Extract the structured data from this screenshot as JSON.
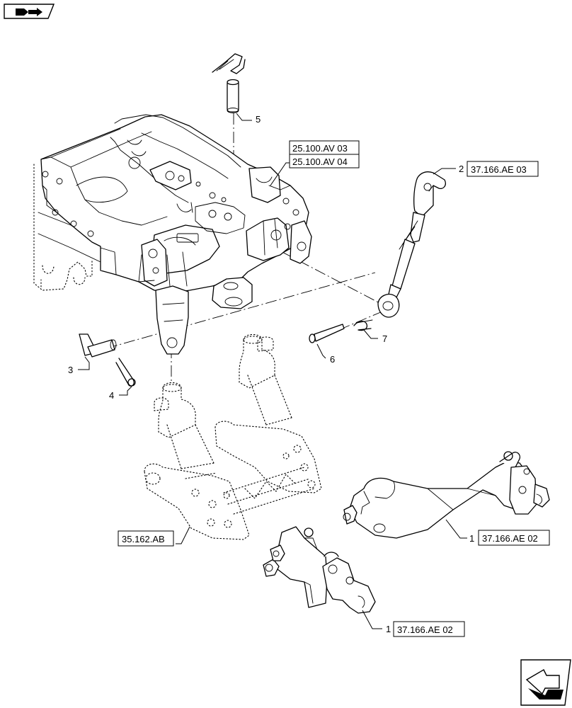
{
  "callouts": {
    "c1a": {
      "num": "1",
      "ref": "37.166.AE 02"
    },
    "c1b": {
      "num": "1",
      "ref": "37.166.AE 02"
    },
    "c2": {
      "num": "2",
      "ref": "37.166.AE 03"
    },
    "c3": {
      "num": "3"
    },
    "c4": {
      "num": "4"
    },
    "c5": {
      "num": "5"
    },
    "c6": {
      "num": "6"
    },
    "c7": {
      "num": "7"
    },
    "frame_refs": [
      "25.100.AV 03",
      "25.100.AV 04"
    ],
    "lift_ref": "35.162.AB"
  },
  "icons": {
    "top_left": "book-arrow-icon",
    "bottom_right": "next-page-arrow-icon"
  }
}
